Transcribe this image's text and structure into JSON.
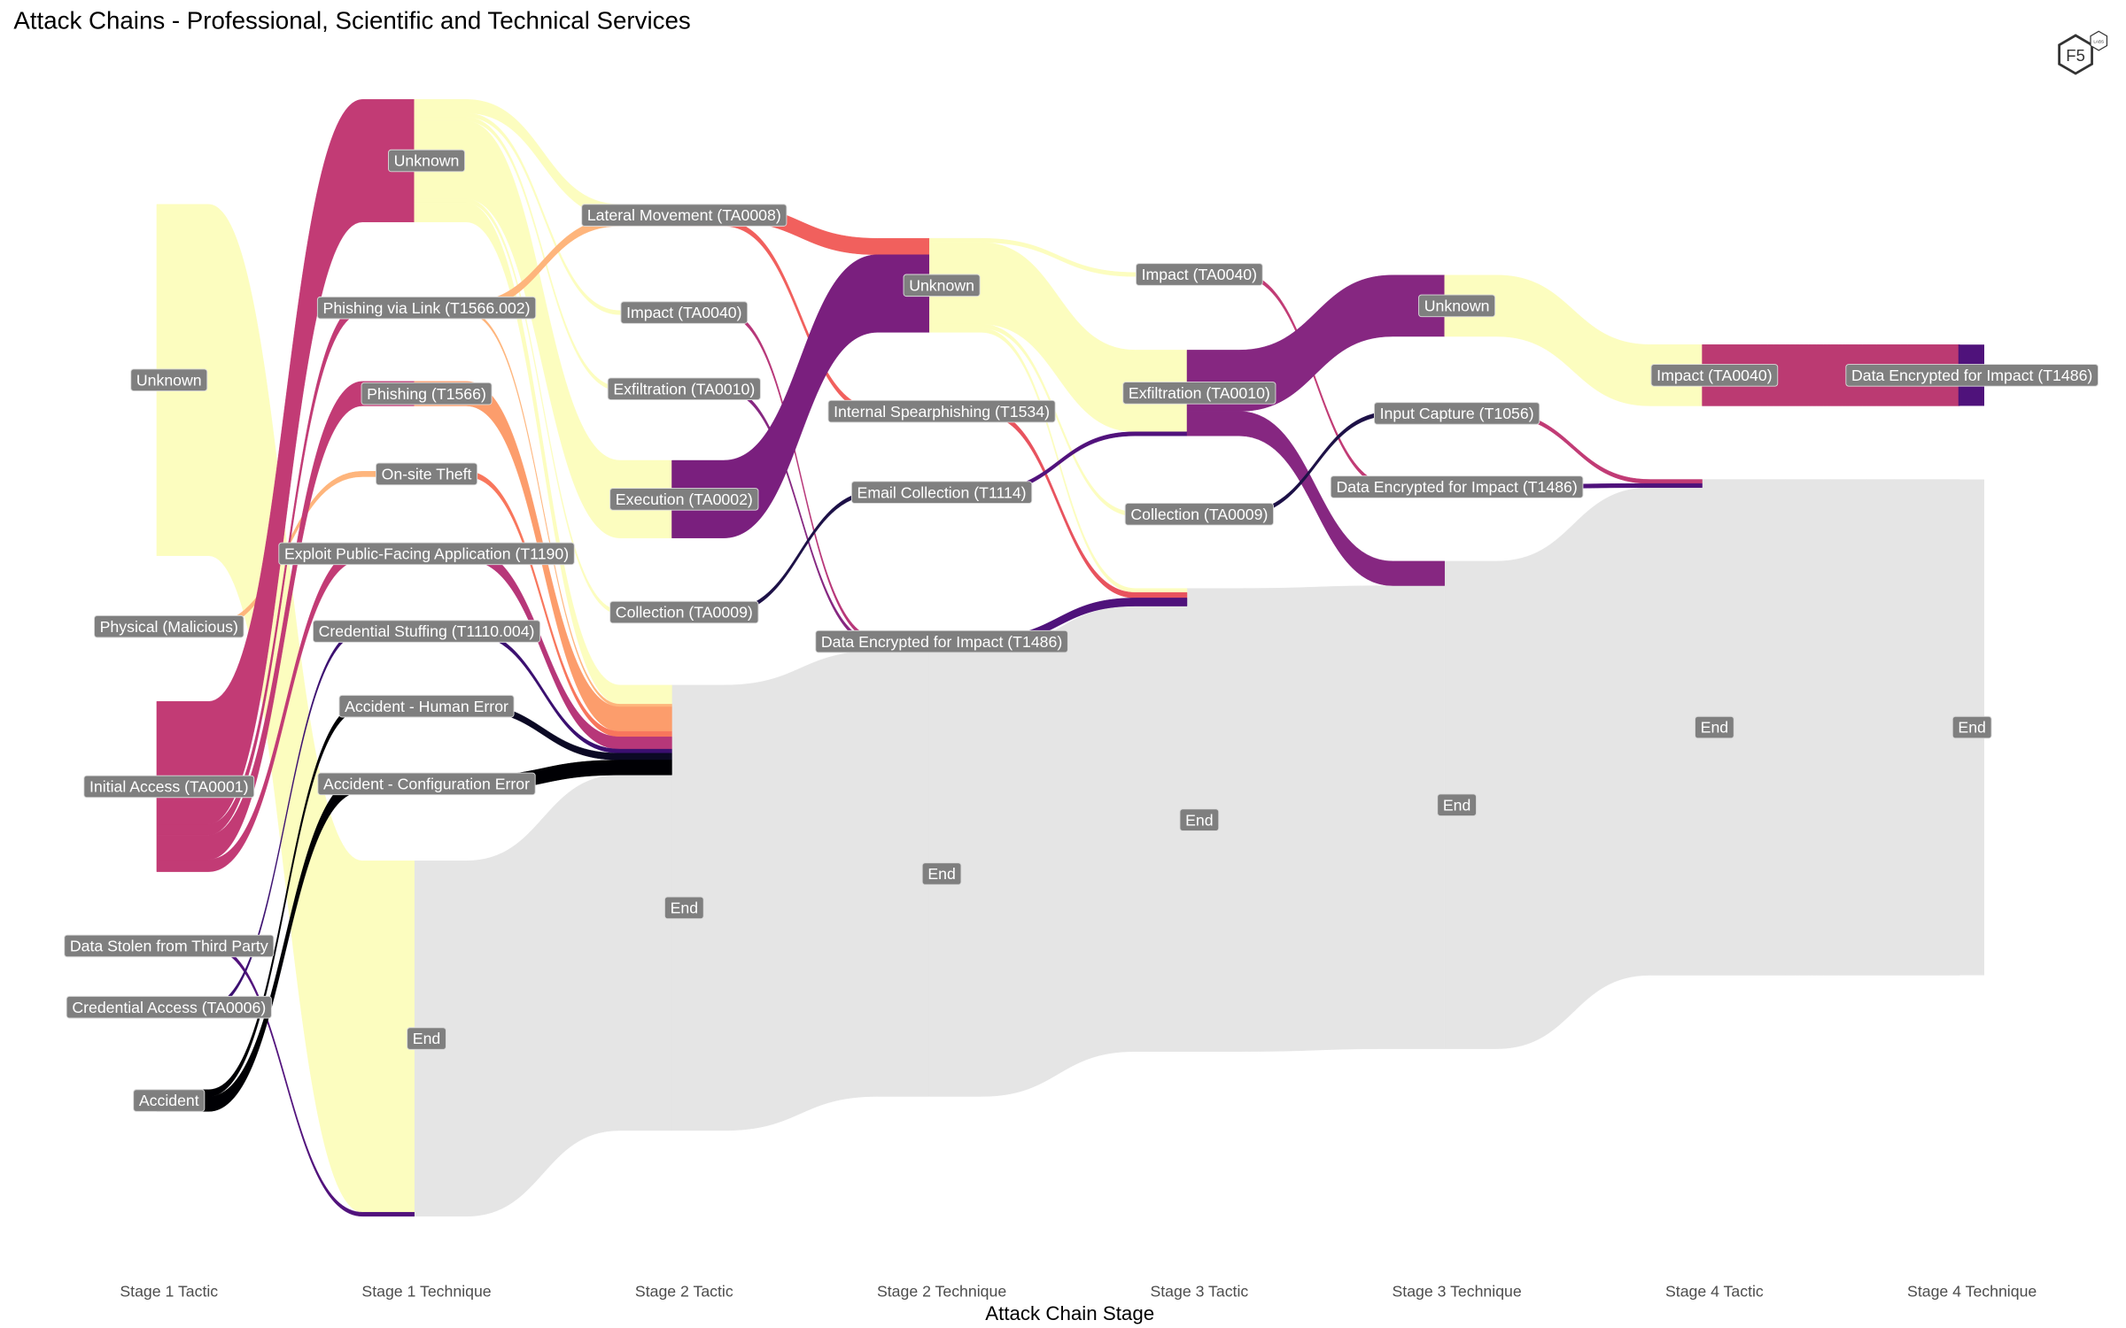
{
  "chart_data": {
    "type": "sankey",
    "title": "Attack Chains - Professional, Scientific and Technical Services",
    "xlabel": "Attack Chain Stage",
    "ylabel": "",
    "grid": false,
    "stages": [
      "Stage 1 Tactic",
      "Stage 1 Technique",
      "Stage 2 Tactic",
      "Stage 2 Technique",
      "Stage 3 Tactic",
      "Stage 3 Technique",
      "Stage 4 Tactic",
      "Stage 4 Technique"
    ],
    "nodes": [
      [
        "Unknown",
        "Physical (Malicious)",
        "Initial Access (TA0001)",
        "Data Stolen from Third Party",
        "Credential Access (TA0006)",
        "Accident"
      ],
      [
        "Unknown",
        "Phishing via Link (T1566.002)",
        "Phishing (T1566)",
        "On-site Theft",
        "Exploit Public-Facing Application (T1190)",
        "Credential Stuffing (T1110.004)",
        "Accident - Human Error",
        "Accident - Configuration Error",
        "End"
      ],
      [
        "Lateral Movement (TA0008)",
        "Impact (TA0040)",
        "Exfiltration (TA0010)",
        "Execution (TA0002)",
        "Collection (TA0009)",
        "End"
      ],
      [
        "Unknown",
        "Internal Spearphishing (T1534)",
        "Email Collection (T1114)",
        "Data Encrypted for Impact (T1486)",
        "End"
      ],
      [
        "Impact (TA0040)",
        "Exfiltration (TA0010)",
        "Collection (TA0009)",
        "End"
      ],
      [
        "Unknown",
        "Input Capture (T1056)",
        "Data Encrypted for Impact (T1486)",
        "End"
      ],
      [
        "Impact (TA0040)",
        "End"
      ],
      [
        "Data Encrypted for Impact (T1486)",
        "End"
      ]
    ],
    "last_stage_colors": {
      "Data Encrypted for Impact (T1486)": "#4f127b",
      "End": "#e5e5e5"
    },
    "links": [
      {
        "stage": 0,
        "source": "Unknown",
        "target": "End",
        "value": 258,
        "color": "#fcfdbf"
      },
      {
        "stage": 0,
        "source": "Physical (Malicious)",
        "target": "On-site Theft",
        "value": 4,
        "color": "#feb57c"
      },
      {
        "stage": 0,
        "source": "Initial Access (TA0001)",
        "target": "Unknown",
        "value": 90,
        "color": "#c23b75"
      },
      {
        "stage": 0,
        "source": "Initial Access (TA0001)",
        "target": "Phishing via Link (T1566.002)",
        "value": 8,
        "color": "#c23b75"
      },
      {
        "stage": 0,
        "source": "Initial Access (TA0001)",
        "target": "Phishing (T1566)",
        "value": 18,
        "color": "#c23b75"
      },
      {
        "stage": 0,
        "source": "Initial Access (TA0001)",
        "target": "Exploit Public-Facing Application (T1190)",
        "value": 9,
        "color": "#c23b75"
      },
      {
        "stage": 0,
        "source": "Data Stolen from Third Party",
        "target": "End",
        "value": 3,
        "color": "#51127c"
      },
      {
        "stage": 0,
        "source": "Credential Access (TA0006)",
        "target": "Credential Stuffing (T1110.004)",
        "value": 3,
        "color": "#3b0f70"
      },
      {
        "stage": 0,
        "source": "Accident",
        "target": "Accident - Human Error",
        "value": 5,
        "color": "#000004"
      },
      {
        "stage": 0,
        "source": "Accident",
        "target": "Accident - Configuration Error",
        "value": 11,
        "color": "#000004"
      },
      {
        "stage": 1,
        "source": "Unknown",
        "target": "Lateral Movement (TA0008)",
        "value": 10,
        "color": "#fcfdbf"
      },
      {
        "stage": 1,
        "source": "Unknown",
        "target": "Impact (TA0040)",
        "value": 3,
        "color": "#fcfdbf"
      },
      {
        "stage": 1,
        "source": "Unknown",
        "target": "Exfiltration (TA0010)",
        "value": 3,
        "color": "#fcfdbf"
      },
      {
        "stage": 1,
        "source": "Unknown",
        "target": "Execution (TA0002)",
        "value": 57,
        "color": "#fcfdbf"
      },
      {
        "stage": 1,
        "source": "Unknown",
        "target": "Collection (TA0009)",
        "value": 3,
        "color": "#fcfdbf"
      },
      {
        "stage": 1,
        "source": "Unknown",
        "target": "End",
        "value": 14,
        "color": "#fcfdbf"
      },
      {
        "stage": 1,
        "source": "Phishing via Link (T1566.002)",
        "target": "Lateral Movement (TA0008)",
        "value": 6,
        "color": "#feb57c"
      },
      {
        "stage": 1,
        "source": "Phishing via Link (T1566.002)",
        "target": "End",
        "value": 2,
        "color": "#feb57c"
      },
      {
        "stage": 1,
        "source": "Phishing (T1566)",
        "target": "End",
        "value": 18,
        "color": "#fc9d6c"
      },
      {
        "stage": 1,
        "source": "On-site Theft",
        "target": "End",
        "value": 4,
        "color": "#f8765c"
      },
      {
        "stage": 1,
        "source": "Exploit Public-Facing Application (T1190)",
        "target": "End",
        "value": 9,
        "color": "#b73779"
      },
      {
        "stage": 1,
        "source": "Credential Stuffing (T1110.004)",
        "target": "End",
        "value": 3,
        "color": "#3b0f70"
      },
      {
        "stage": 1,
        "source": "Accident - Human Error",
        "target": "End",
        "value": 5,
        "color": "#0b0924"
      },
      {
        "stage": 1,
        "source": "Accident - Configuration Error",
        "target": "End",
        "value": 11,
        "color": "#000004"
      },
      {
        "stage": 1,
        "source": "End",
        "target": "End",
        "value": 261,
        "color": "#e5e5e5"
      },
      {
        "stage": 2,
        "source": "Lateral Movement (TA0008)",
        "target": "Unknown",
        "value": 12,
        "color": "#f1605d"
      },
      {
        "stage": 2,
        "source": "Lateral Movement (TA0008)",
        "target": "Internal Spearphishing (T1534)",
        "value": 4,
        "color": "#f1605d"
      },
      {
        "stage": 2,
        "source": "Impact (TA0040)",
        "target": "Data Encrypted for Impact (T1486)",
        "value": 3,
        "color": "#b73779"
      },
      {
        "stage": 2,
        "source": "Exfiltration (TA0010)",
        "target": "Data Encrypted for Impact (T1486)",
        "value": 3,
        "color": "#862781"
      },
      {
        "stage": 2,
        "source": "Execution (TA0002)",
        "target": "Unknown",
        "value": 57,
        "color": "#7a1f7e"
      },
      {
        "stage": 2,
        "source": "Collection (TA0009)",
        "target": "Email Collection (T1114)",
        "value": 3,
        "color": "#1d1147"
      },
      {
        "stage": 2,
        "source": "End",
        "target": "End",
        "value": 327,
        "color": "#e5e5e5"
      },
      {
        "stage": 3,
        "source": "Unknown",
        "target": "Impact (TA0040)",
        "value": 3,
        "color": "#fcfdbf"
      },
      {
        "stage": 3,
        "source": "Unknown",
        "target": "Exfiltration (TA0010)",
        "value": 60,
        "color": "#fcfdbf"
      },
      {
        "stage": 3,
        "source": "Unknown",
        "target": "Collection (TA0009)",
        "value": 3,
        "color": "#fcfdbf"
      },
      {
        "stage": 3,
        "source": "Unknown",
        "target": "End",
        "value": 3,
        "color": "#fcfdbf"
      },
      {
        "stage": 3,
        "source": "Internal Spearphishing (T1534)",
        "target": "End",
        "value": 4,
        "color": "#e8535e"
      },
      {
        "stage": 3,
        "source": "Email Collection (T1114)",
        "target": "Exfiltration (TA0010)",
        "value": 3,
        "color": "#51127c"
      },
      {
        "stage": 3,
        "source": "Data Encrypted for Impact (T1486)",
        "target": "End",
        "value": 6,
        "color": "#4f127b"
      },
      {
        "stage": 3,
        "source": "End",
        "target": "End",
        "value": 327,
        "color": "#e5e5e5"
      },
      {
        "stage": 4,
        "source": "Impact (TA0040)",
        "target": "Data Encrypted for Impact (T1486)",
        "value": 3,
        "color": "#c13b75"
      },
      {
        "stage": 4,
        "source": "Exfiltration (TA0010)",
        "target": "Unknown",
        "value": 45,
        "color": "#862781"
      },
      {
        "stage": 4,
        "source": "Exfiltration (TA0010)",
        "target": "End",
        "value": 18,
        "color": "#862781"
      },
      {
        "stage": 4,
        "source": "Collection (TA0009)",
        "target": "Input Capture (T1056)",
        "value": 3,
        "color": "#1d1147"
      },
      {
        "stage": 4,
        "source": "End",
        "target": "End",
        "value": 340,
        "color": "#e5e5e5"
      },
      {
        "stage": 5,
        "source": "Unknown",
        "target": "Impact (TA0040)",
        "value": 45,
        "color": "#fcfdbf"
      },
      {
        "stage": 5,
        "source": "Input Capture (T1056)",
        "target": "End",
        "value": 3,
        "color": "#c13b75"
      },
      {
        "stage": 5,
        "source": "Data Encrypted for Impact (T1486)",
        "target": "End",
        "value": 3,
        "color": "#4f127b"
      },
      {
        "stage": 5,
        "source": "End",
        "target": "End",
        "value": 358,
        "color": "#e5e5e5"
      },
      {
        "stage": 6,
        "source": "Impact (TA0040)",
        "target": "Data Encrypted for Impact (T1486)",
        "value": 45,
        "color": "#bb3a72"
      },
      {
        "stage": 6,
        "source": "End",
        "target": "End",
        "value": 364,
        "color": "#e5e5e5"
      }
    ]
  },
  "logo": {
    "main": "F5",
    "badge": "LABS"
  }
}
